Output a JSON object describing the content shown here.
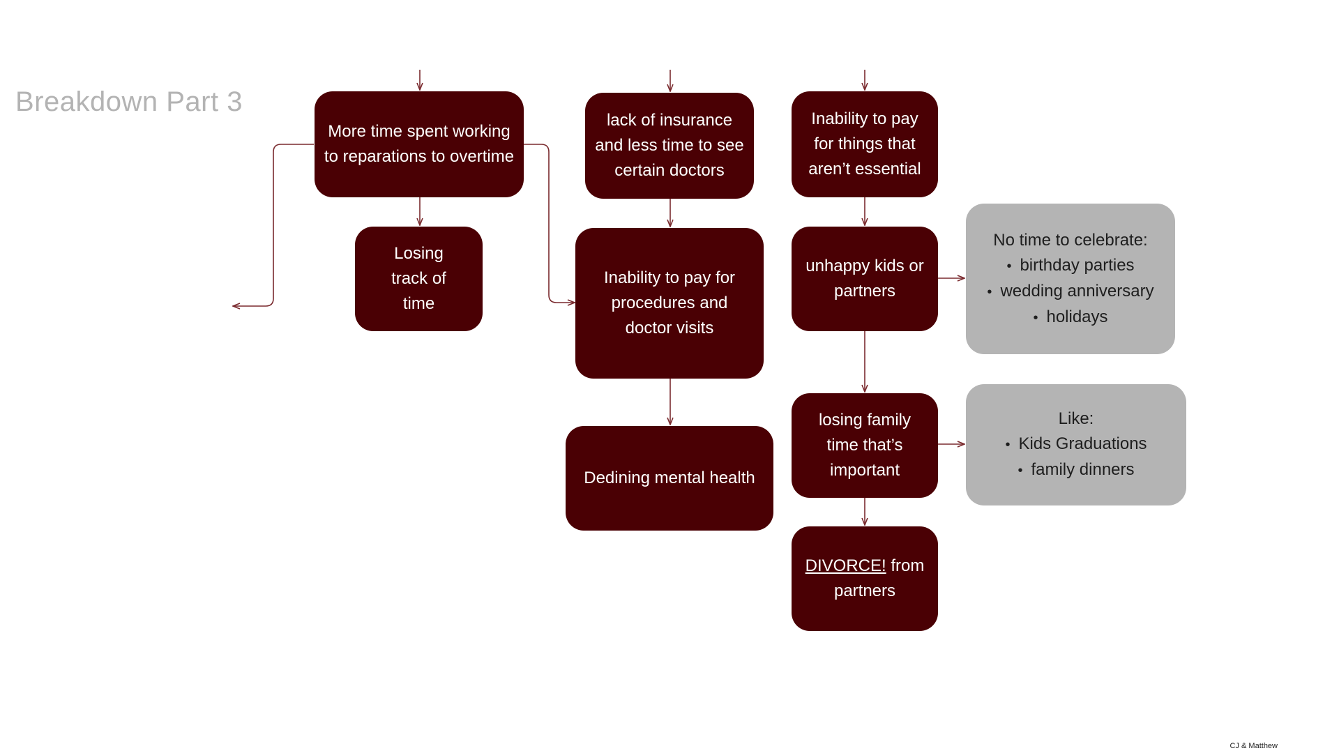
{
  "title": "Breakdown Part 3",
  "footer": "CJ & Matthew",
  "colors": {
    "dark_node": "#4a0004",
    "light_node": "#b4b4b4",
    "connector": "#7a2a2e",
    "title": "#b3b3b3"
  },
  "nodes": {
    "overtime": "More time spent working to reparations to  overtime",
    "losing_track": "Losing track of time",
    "insurance": "lack of insurance and less time to see certain doctors",
    "procedures": "Inability to pay for procedures and doctor visits",
    "mental_health": "Dedining mental health",
    "non_essential": "Inability to pay for things that aren’t essential",
    "unhappy": "unhappy kids or partners",
    "family_time": "losing family time that’s important",
    "divorce_emph": "DIVORCE!",
    "divorce_rest": " from partners",
    "celebrate": {
      "heading": "No time to celebrate:",
      "items": [
        "birthday parties",
        "wedding anniversary",
        "holidays"
      ]
    },
    "like": {
      "heading": "Like:",
      "items": [
        "Kids Graduations",
        "family dinners"
      ]
    }
  }
}
